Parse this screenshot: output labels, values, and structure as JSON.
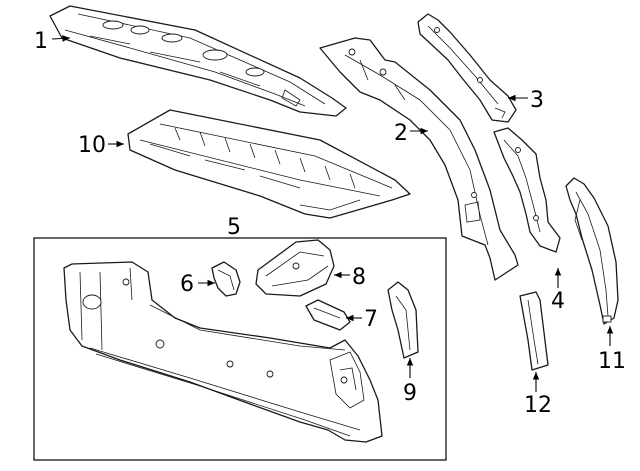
{
  "diagram": {
    "callouts": [
      "1",
      "2",
      "3",
      "4",
      "5",
      "6",
      "7",
      "8",
      "9",
      "10",
      "11",
      "12"
    ],
    "colors": {
      "line": "#1a1a1a",
      "background": "#ffffff"
    }
  }
}
